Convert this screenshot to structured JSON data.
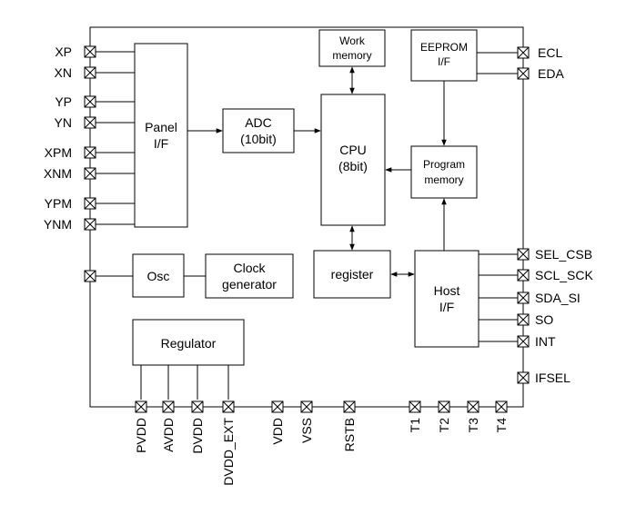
{
  "blocks": {
    "panel_if": [
      "Panel",
      "I/F"
    ],
    "adc": [
      "ADC",
      "(10bit)"
    ],
    "work_memory": [
      "Work",
      "memory"
    ],
    "cpu": [
      "CPU",
      "(8bit)"
    ],
    "eeprom_if": [
      "EEPROM",
      "I/F"
    ],
    "program_memory": [
      "Program",
      "memory"
    ],
    "osc": [
      "Osc"
    ],
    "clock_generator": [
      "Clock",
      "generator"
    ],
    "register": [
      "register"
    ],
    "host_if": [
      "Host",
      "I/F"
    ],
    "regulator": [
      "Regulator"
    ]
  },
  "pins": {
    "left": [
      "XP",
      "XN",
      "YP",
      "YN",
      "XPM",
      "XNM",
      "YPM",
      "YNM"
    ],
    "right_top": [
      "ECL",
      "EDA"
    ],
    "right_host": [
      "SEL_CSB",
      "SCL_SCK",
      "SDA_SI",
      "SO",
      "INT"
    ],
    "right_bottom": [
      "IFSEL"
    ],
    "bottom": [
      "PVDD",
      "AVDD",
      "DVDD",
      "DVDD_EXT",
      "VDD",
      "VSS",
      "RSTB",
      "T1",
      "T2",
      "T3",
      "T4"
    ]
  }
}
